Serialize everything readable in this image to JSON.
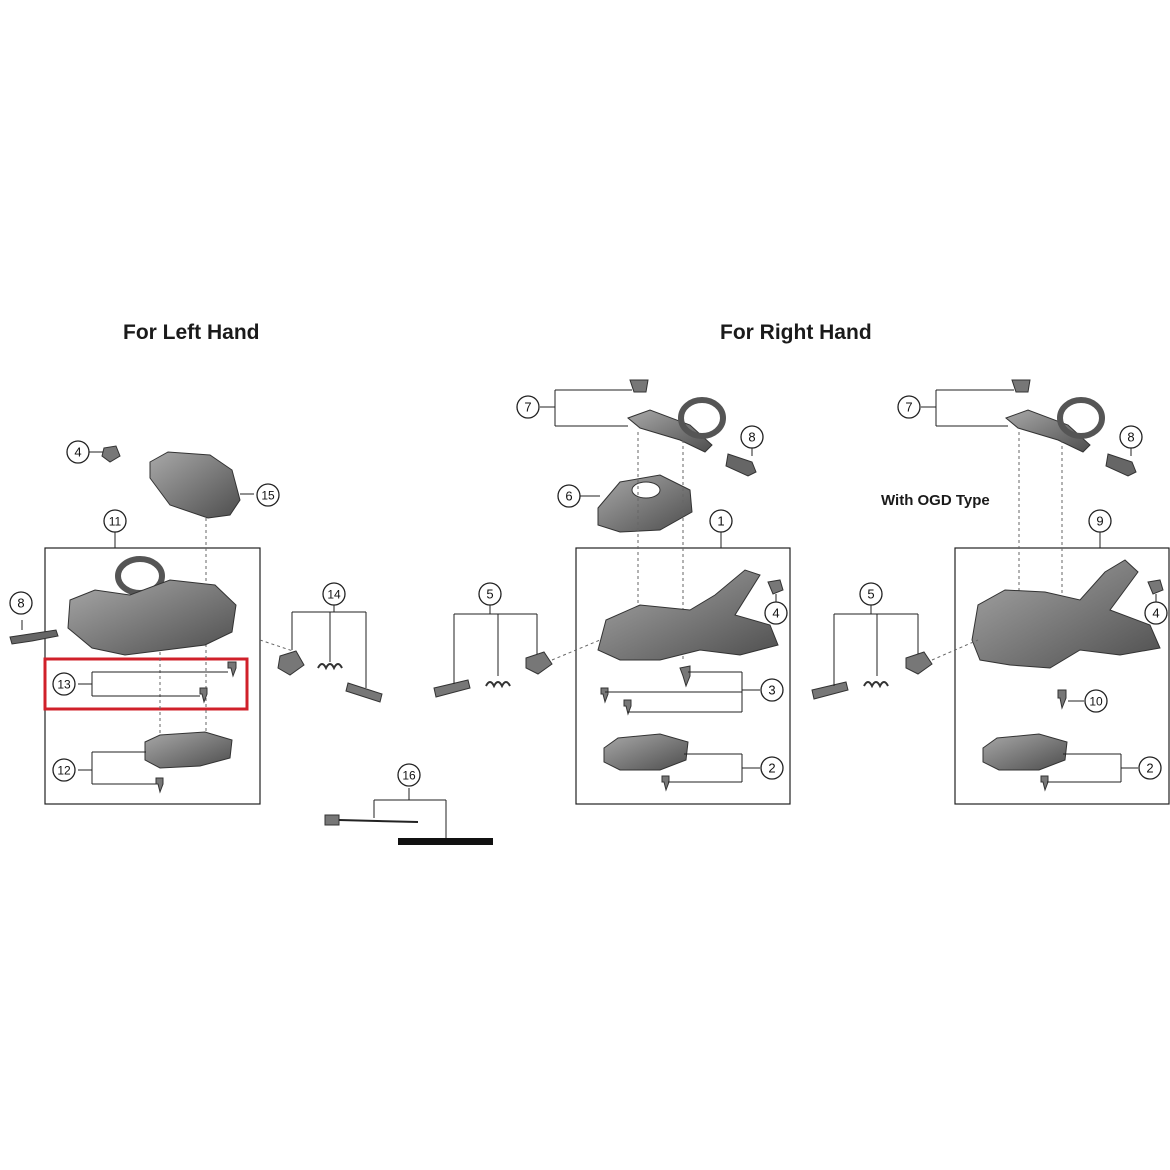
{
  "headings": {
    "left_hand": "For Left Hand",
    "right_hand": "For Right Hand",
    "ogd_type": "With OGD Type"
  },
  "callouts": {
    "c1": "1",
    "c2": "2",
    "c3": "3",
    "c4": "4",
    "c5": "5",
    "c6": "6",
    "c7": "7",
    "c8": "8",
    "c9": "9",
    "c10": "10",
    "c11": "11",
    "c12": "12",
    "c13": "13",
    "c14": "14",
    "c15": "15",
    "c16": "16"
  },
  "highlight": {
    "part": "13",
    "color": "#d0202a"
  },
  "colors": {
    "part_fill": "#6f6f6f",
    "part_dark": "#4a4a4a",
    "part_light": "#9a9a9a",
    "line": "#222222"
  }
}
